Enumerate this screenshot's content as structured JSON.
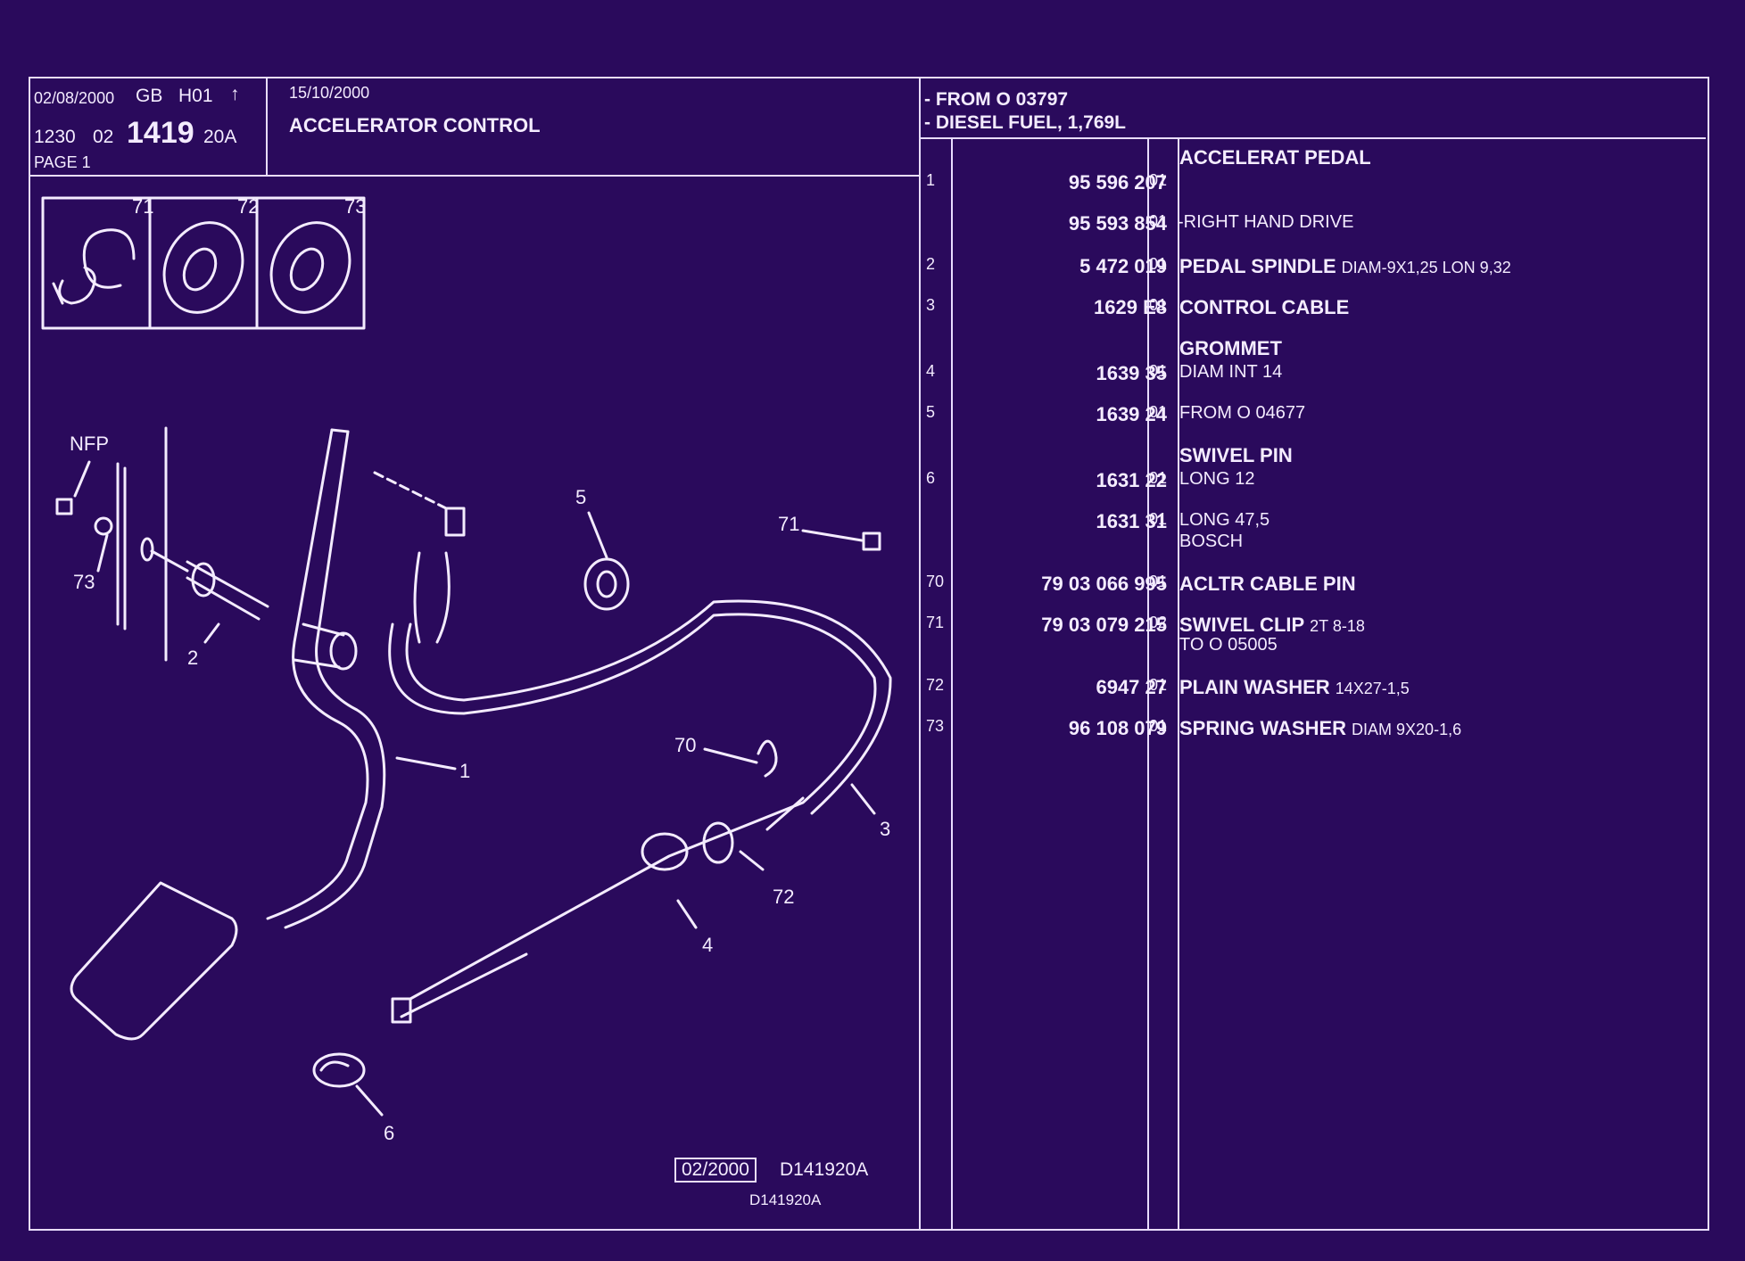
{
  "header": {
    "date_left": "02/08/2000",
    "lang": "GB",
    "code": "H01",
    "arrow": "↑",
    "group": "1230",
    "sub": "02",
    "ref_big": "1419",
    "ref_suffix": "20A",
    "page": "PAGE 1",
    "date_title": "15/10/2000",
    "title": "ACCELERATOR CONTROL"
  },
  "conditions": [
    "- FROM O  03797",
    "- DIESEL FUEL, 1,769L"
  ],
  "inset_labels": [
    "71",
    "72",
    "73"
  ],
  "callouts": {
    "nfp": "NFP",
    "c73": "73",
    "c2": "2",
    "c1": "1",
    "c5": "5",
    "c71": "71",
    "c70": "70",
    "c3": "3",
    "c72": "72",
    "c4": "4",
    "c6": "6"
  },
  "footer": {
    "box_date": "02/2000",
    "code1": "D141920A",
    "code2": "D141920A"
  },
  "parts": {
    "heading": "ACCELERAT PEDAL",
    "rows": [
      {
        "idx": "1",
        "pn": "95 596 207",
        "qty": "01",
        "desc": "",
        "desc2": "",
        "sub": ""
      },
      {
        "idx": "",
        "pn": "95 593 854",
        "qty": "01",
        "desc": "",
        "desc2": "",
        "sub": "-RIGHT HAND DRIVE"
      },
      {
        "idx": "2",
        "pn": "5 472 019",
        "qty": "01",
        "desc": "PEDAL SPINDLE",
        "desc2": "DIAM-9X1,25 LON 9,32",
        "sub": ""
      },
      {
        "idx": "3",
        "pn": "1629 E8",
        "qty": "01",
        "desc": "CONTROL CABLE",
        "desc2": "",
        "sub": ""
      },
      {
        "idx": "4",
        "pn": "1639 35",
        "qty": "01",
        "head": "GROMMET",
        "desc": "",
        "desc2": "",
        "sub": "DIAM INT 14"
      },
      {
        "idx": "5",
        "pn": "1639 24",
        "qty": "01",
        "desc": "",
        "desc2": "",
        "sub": "FROM  O  04677"
      },
      {
        "idx": "6",
        "pn": "1631 22",
        "qty": "01",
        "head": "SWIVEL PIN",
        "desc": "",
        "desc2": "",
        "sub": "LONG 12"
      },
      {
        "idx": "",
        "pn": "1631 31",
        "qty": "01",
        "desc": "",
        "desc2": "",
        "sub": "LONG 47,5",
        "sub2": "BOSCH"
      },
      {
        "idx": "70",
        "pn": "79 03 066 995",
        "qty": "01",
        "desc": "ACLTR CABLE PIN",
        "desc2": "",
        "sub": ""
      },
      {
        "idx": "71",
        "pn": "79 03 079 215",
        "qty": "02",
        "desc": "SWIVEL CLIP",
        "desc2": "2T 8-18",
        "sub2": "TO  O  05005"
      },
      {
        "idx": "72",
        "pn": "6947 27",
        "qty": "01",
        "desc": "PLAIN WASHER",
        "desc2": "14X27-1,5",
        "sub": ""
      },
      {
        "idx": "73",
        "pn": "96 108 079",
        "qty": "01",
        "desc": "SPRING WASHER",
        "desc2": "DIAM 9X20-1,6",
        "sub": ""
      }
    ]
  }
}
